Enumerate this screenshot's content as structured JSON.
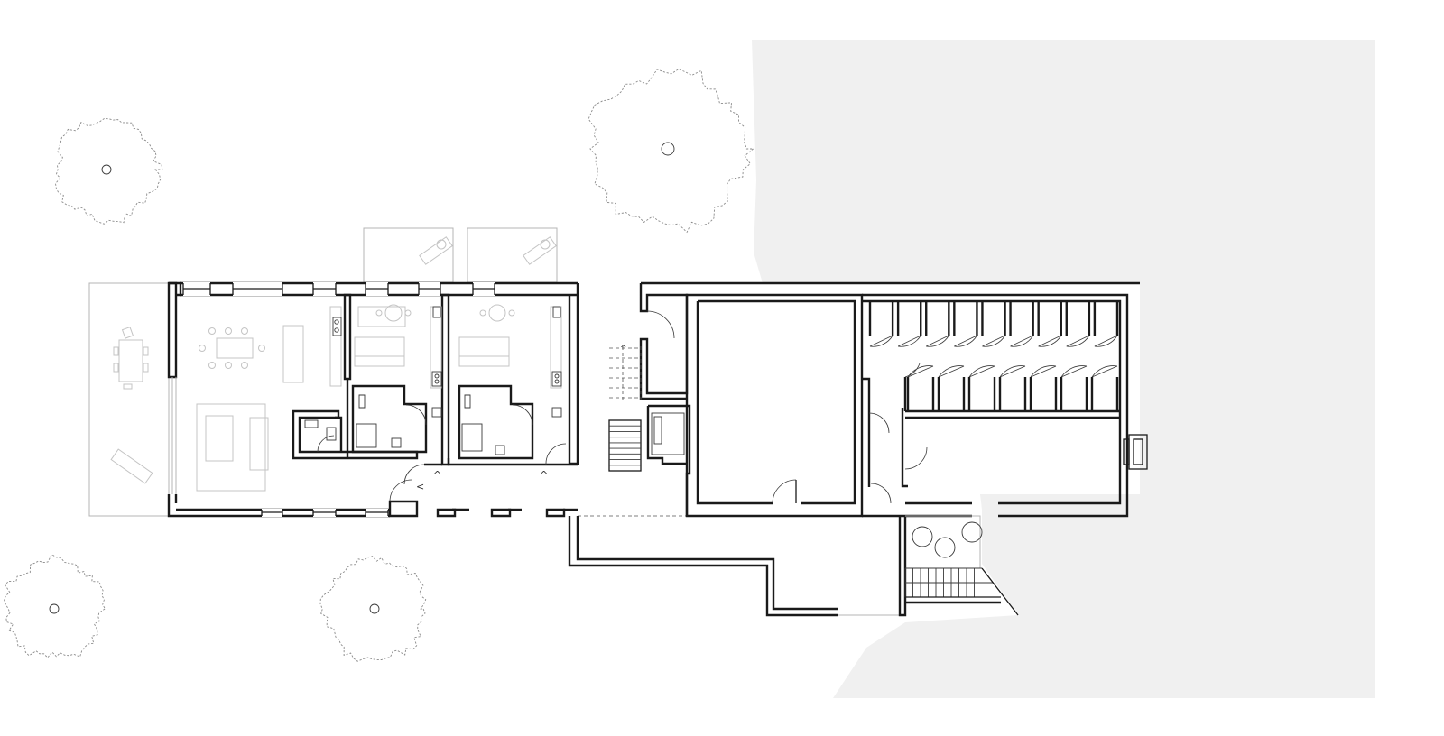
{
  "drawing": {
    "kind": "architectural floor plan",
    "labels": [],
    "colors": {
      "background": "#ffffff",
      "ground": "#f0f0f0",
      "wall": "#1a1a1a",
      "furniture": "#c4c4c4",
      "tree_outline": "#8a8a8a"
    },
    "counts": {
      "trees": 4,
      "bedroom_units": 2,
      "cubicles_top_row": 9,
      "cubicles_bottom_row": 7,
      "stair_treads": 9
    }
  }
}
